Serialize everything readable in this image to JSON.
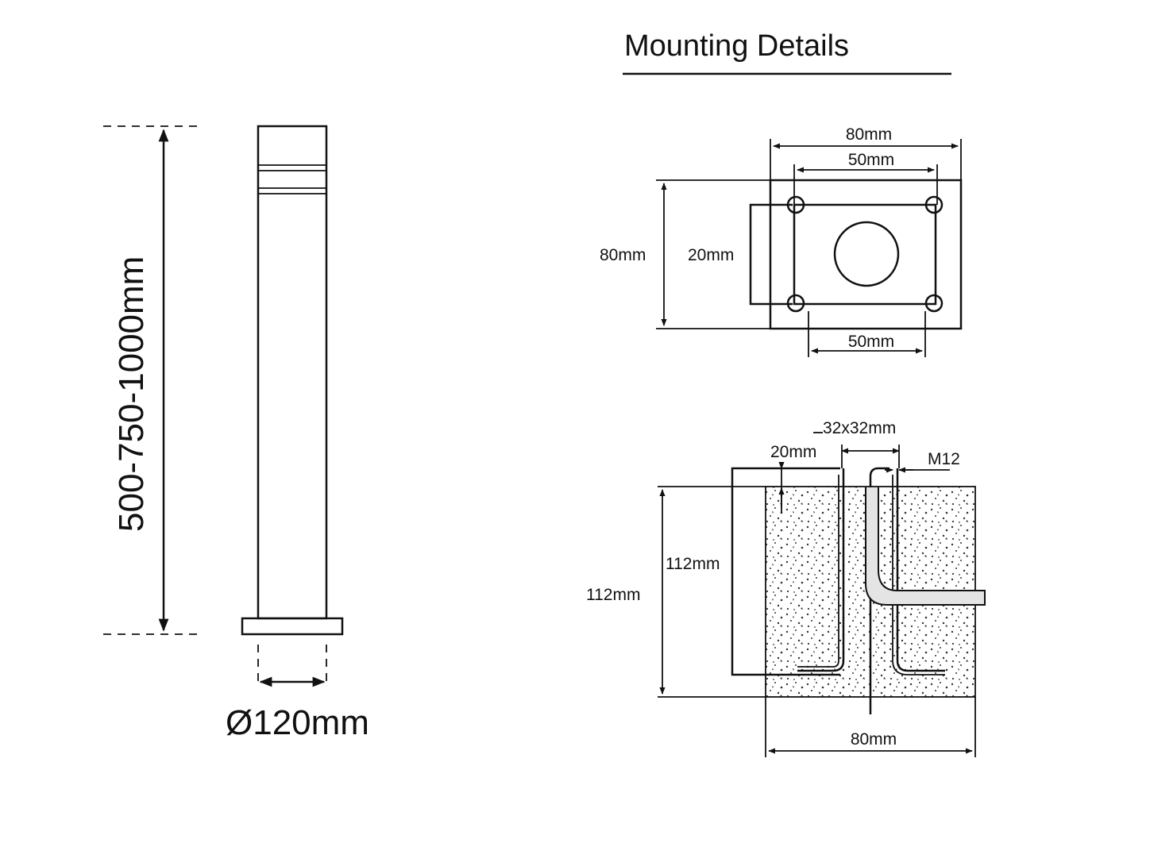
{
  "title": "Mounting Details",
  "elevation": {
    "height_label": "500-750-1000mm",
    "diameter_label": "Ø120mm"
  },
  "plan_view": {
    "width_outer": "80mm",
    "width_inner": "50mm",
    "height_outer": "80mm",
    "offset": "20mm",
    "width_bottom": "50mm"
  },
  "section_view": {
    "tube_label": "32x32mm",
    "cover_label": "20mm",
    "bolt_label": "M12",
    "depth_inner": "112mm",
    "depth_outer": "112mm",
    "base_width": "80mm"
  },
  "colors": {
    "line": "#111111",
    "background": "#ffffff"
  }
}
